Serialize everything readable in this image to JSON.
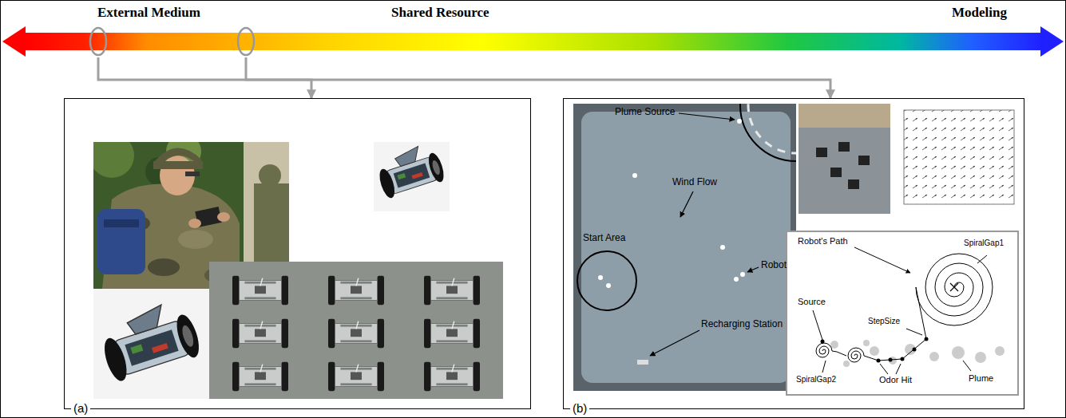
{
  "diagram": {
    "nodes": [
      {
        "text": [
          "External Medium",
          "Shared Resource",
          "Modeling"
        ]
      },
      {
        "text": [
          "(a)"
        ]
      },
      {
        "text": [
          "(b)"
        ]
      }
    ],
    "edges": [
      {
        "from": 0,
        "to": 1,
        "arrow": "to"
      },
      {
        "from": 0,
        "to": 2,
        "arrow": "to"
      }
    ],
    "labels": [
      "Plume Source",
      "Wind Flow",
      "Robot",
      "Start Area",
      "Recharging Station",
      "Robot's Path",
      "SpiralGap1",
      "Source",
      "StepSize",
      "SpiralGap2",
      "Odor Hit",
      "Plume"
    ]
  }
}
